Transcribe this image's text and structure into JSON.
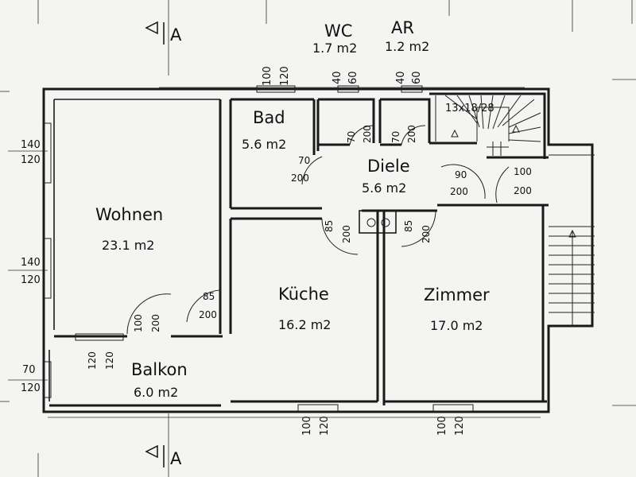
{
  "section_marker": "A",
  "rooms": {
    "wohnen": {
      "name": "Wohnen",
      "area": "23.1 m2"
    },
    "bad": {
      "name": "Bad",
      "area": "5.6 m2"
    },
    "wc": {
      "name": "WC",
      "area": "1.7 m2"
    },
    "ar": {
      "name": "AR",
      "area": "1.2 m2"
    },
    "diele": {
      "name": "Diele",
      "area": "5.6 m2"
    },
    "kueche": {
      "name": "Küche",
      "area": "16.2 m2"
    },
    "zimmer": {
      "name": "Zimmer",
      "area": "17.0 m2"
    },
    "balkon": {
      "name": "Balkon",
      "area": "6.0 m2"
    }
  },
  "stair_label": "13x18/28",
  "openings": {
    "win_top_bad": {
      "w": "100",
      "h": "120"
    },
    "win_top_wc": {
      "w": "40",
      "h": "60"
    },
    "win_top_ar": {
      "w": "40",
      "h": "60"
    },
    "win_left_top": {
      "w": "140",
      "h": "120"
    },
    "win_left_mid": {
      "w": "140",
      "h": "120"
    },
    "win_left_bot": {
      "w": "70",
      "h": "120"
    },
    "win_balkon": {
      "w": "120",
      "h": "120"
    },
    "win_bot_kueche": {
      "w": "100",
      "h": "120"
    },
    "win_bot_zimmer": {
      "w": "100",
      "h": "120"
    },
    "door_wc": {
      "w": "70",
      "h": "200"
    },
    "door_ar": {
      "w": "70",
      "h": "200"
    },
    "door_bad": {
      "w": "70",
      "h": "200"
    },
    "door_kueche_diele": {
      "w": "85",
      "h": "200"
    },
    "door_zimmer_diele": {
      "w": "85",
      "h": "200"
    },
    "door_stair": {
      "w": "90",
      "h": "200"
    },
    "door_entry": {
      "w": "100",
      "h": "200"
    },
    "door_wohnen_kueche": {
      "w": "85",
      "h": "200"
    },
    "door_balkon": {
      "w": "100",
      "h": "200"
    }
  }
}
